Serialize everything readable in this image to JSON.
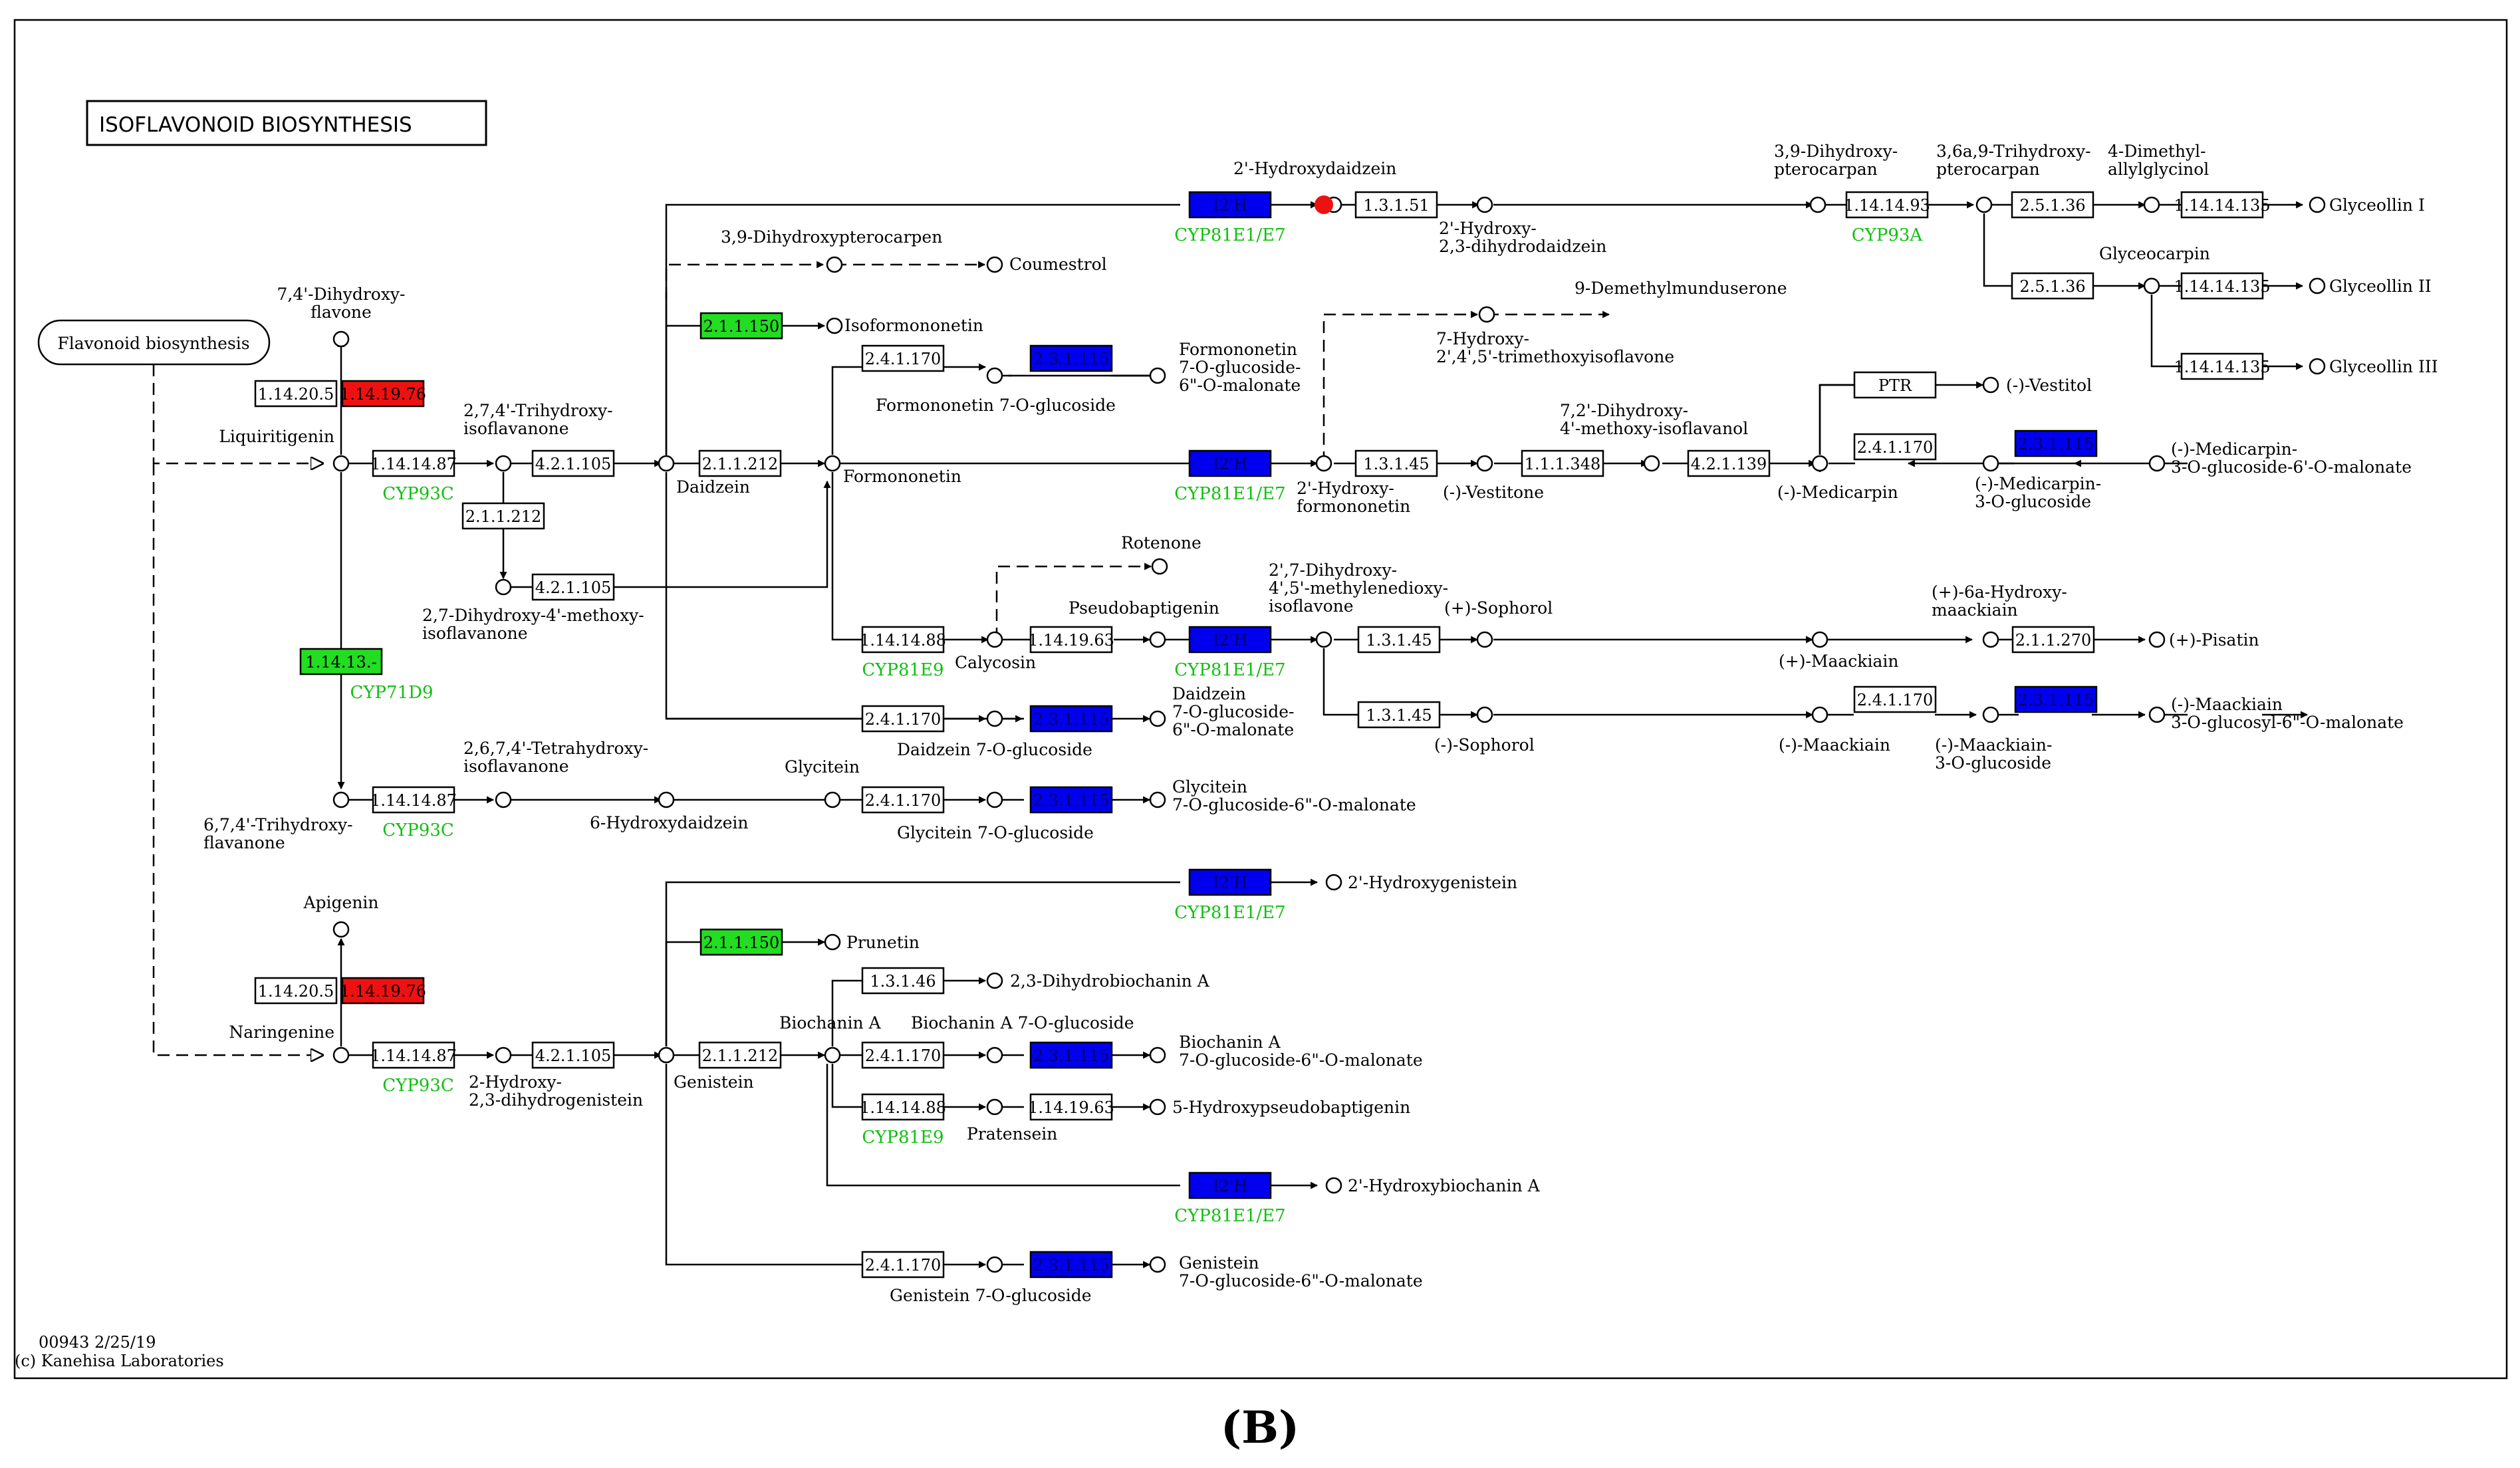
{
  "map": {
    "title": "ISOFLAVONOID BIOSYNTHESIS",
    "link_node": "Flavonoid biosynthesis",
    "footer_code": "00943 2/25/19",
    "footer_credit": "(c) Kanehisa Laboratories",
    "panel_label": "(B)"
  },
  "colors": {
    "red": "#ee1111",
    "green": "#22dd22",
    "blue": "#0000ee",
    "gene_text": "#10c010",
    "white": "#ffffff"
  },
  "compounds": {
    "dihydroxyflavone": [
      "7,4'-Dihydroxy-",
      "flavone"
    ],
    "liquiritigenin": "Liquiritigenin",
    "trihydroxyisoflavanone": [
      "2,7,4'-Trihydroxy-",
      "isoflavanone"
    ],
    "daidzein": "Daidzein",
    "formononetin": "Formononetin",
    "dihydroxymethoxy": [
      "2,7-Dihydroxy-4'-methoxy-",
      "isoflavanone"
    ],
    "tetrahydroxyisoflavanone": [
      "2,6,7,4'-Tetrahydroxy-",
      "isoflavanone"
    ],
    "trihydroxyflavanone": [
      "6,7,4'-Trihydroxy-",
      "flavanone"
    ],
    "hydroxydaidzein6": "6-Hydroxydaidzein",
    "glycitein": "Glycitein",
    "glycitein_glc": "Glycitein 7-O-glucoside",
    "glycitein_mal": [
      "Glycitein",
      "7-O-glucoside-6\"-O-malonate"
    ],
    "daidzein_glc": "Daidzein 7-O-glucoside",
    "daidzein_mal": [
      "Daidzein",
      "7-O-glucoside-",
      "6\"-O-malonate"
    ],
    "dihydroxypterocarpen": "3,9-Dihydroxypterocarpen",
    "coumestrol": "Coumestrol",
    "isoformononetin": "Isoformononetin",
    "formononetin_glc": "Formononetin 7-O-glucoside",
    "formononetin_mal": [
      "Formononetin",
      "7-O-glucoside-",
      "6\"-O-malonate"
    ],
    "hydroxydaidzein2": "2'-Hydroxydaidzein",
    "dihydrodaidzein": [
      "2'-Hydroxy-",
      "2,3-dihydrodaidzein"
    ],
    "dihydroxypterocarpan": [
      "3,9-Dihydroxy-",
      "pterocarpan"
    ],
    "trihydroxypterocarpan": [
      "3,6a,9-Trihydroxy-",
      "pterocarpan"
    ],
    "dimethylallylglycinol": [
      "4-Dimethyl-",
      "allylglycinol"
    ],
    "glyceollin1": "Glyceollin I",
    "glyceocarpin": "Glyceocarpin",
    "glyceollin2": "Glyceollin II",
    "glyceollin3": "Glyceollin III",
    "demethylmunduserone": "9-Demethylmunduserone",
    "trimethoxyisoflavone": [
      "7-Hydroxy-",
      "2',4',5'-trimethoxyisoflavone"
    ],
    "hydroxyformononetin": [
      "2'-Hydroxy-",
      "formononetin"
    ],
    "vestitone": "(-)-Vestitone",
    "dihydroxymethoxyisoflavanol": [
      "7,2'-Dihydroxy-",
      "4'-methoxy-isoflavanol"
    ],
    "medicarpin": "(-)-Medicarpin",
    "vestitol": "(-)-Vestitol",
    "medicarpin_glc": [
      "(-)-Medicarpin-",
      "3-O-glucoside"
    ],
    "medicarpin_mal": [
      "(-)-Medicarpin-",
      "3-O-glucoside-6'-O-malonate"
    ],
    "rotenone": "Rotenone",
    "pseudobaptigenin": "Pseudobaptigenin",
    "calycosin": "Calycosin",
    "methylenedioxyisoflavone": [
      "2',7-Dihydroxy-",
      "4',5'-methylenedioxy-",
      "isoflavone"
    ],
    "p_sophorol": "(+)-Sophorol",
    "p_maackiain": "(+)-Maackiain",
    "hydroxymaackiain": [
      "(+)-6a-Hydroxy-",
      "maackiain"
    ],
    "pisatin": "(+)-Pisatin",
    "m_sophorol": "(-)-Sophorol",
    "m_maackiain": "(-)-Maackiain",
    "maackiain_glc": [
      "(-)-Maackiain-",
      "3-O-glucoside"
    ],
    "maackiain_mal": [
      "(-)-Maackiain",
      "3-O-glucosyl-6\"-O-malonate"
    ],
    "apigenin": "Apigenin",
    "naringenine": "Naringenine",
    "dihydrogenistein": [
      "2-Hydroxy-",
      "2,3-dihydrogenistein"
    ],
    "genistein": "Genistein",
    "prunetin": "Prunetin",
    "hydroxygenistein": "2'-Hydroxygenistein",
    "dihydrobiochanin": "2,3-Dihydrobiochanin A",
    "biochanin": "Biochanin A",
    "biochanin_glc": "Biochanin A 7-O-glucoside",
    "biochanin_mal": [
      "Biochanin A",
      "7-O-glucoside-6\"-O-malonate"
    ],
    "pratensein": "Pratensein",
    "hydroxypseudobaptigenin": "5-Hydroxypseudobaptigenin",
    "hydroxybiochanin": "2'-Hydroxybiochanin A",
    "genistein_glc": "Genistein 7-O-glucoside",
    "genistein_mal": [
      "Genistein",
      "7-O-glucoside-6\"-O-malonate"
    ]
  },
  "enzymes": {
    "e_1_14_20_5_a": "1.14.20.5",
    "e_1_14_19_76_a": "1.14.19.76",
    "e_1_14_14_87_a": "1.14.14.87",
    "e_4_2_1_105_a": "4.2.1.105",
    "e_2_1_1_212_a": "2.1.1.212",
    "e_4_2_1_105_b": "4.2.1.105",
    "e_1_14_13_a": "1.14.13.-",
    "e_1_14_14_87_b": "1.14.14.87",
    "e_2_1_1_212_b": "2.1.1.212",
    "e_2_1_1_150_a": "2.1.1.150",
    "e_2_4_1_170_a": "2.4.1.170",
    "e_2_3_1_115_a": "2.3.1.115",
    "e_2_4_1_170_b": "2.4.1.170",
    "e_2_3_1_115_b": "2.3.1.115",
    "e_2_4_1_170_c": "2.4.1.170",
    "e_2_3_1_115_c": "2.3.1.115",
    "e_i2h_a": "I2'H",
    "e_1_3_1_51": "1.3.1.51",
    "e_1_14_14_93": "1.14.14.93",
    "e_2_5_1_36_a": "2.5.1.36",
    "e_1_14_14_135_a": "1.14.14.135",
    "e_2_5_1_36_b": "2.5.1.36",
    "e_1_14_14_135_b": "1.14.14.135",
    "e_1_14_14_135_c": "1.14.14.135",
    "e_i2h_b": "I2'H",
    "e_1_3_1_45_a": "1.3.1.45",
    "e_1_1_1_348": "1.1.1.348",
    "e_4_2_1_139": "4.2.1.139",
    "e_ptr": "PTR",
    "e_2_4_1_170_d": "2.4.1.170",
    "e_2_3_1_115_d": "2.3.1.115",
    "e_1_14_14_88_a": "1.14.14.88",
    "e_1_14_19_63_a": "1.14.19.63",
    "e_i2h_c": "I2'H",
    "e_1_3_1_45_b": "1.3.1.45",
    "e_2_1_1_270": "2.1.1.270",
    "e_1_3_1_45_c": "1.3.1.45",
    "e_2_4_1_170_e": "2.4.1.170",
    "e_2_3_1_115_e": "2.3.1.115",
    "e_1_14_20_5_b": "1.14.20.5",
    "e_1_14_19_76_b": "1.14.19.76",
    "e_1_14_14_87_c": "1.14.14.87",
    "e_4_2_1_105_c": "4.2.1.105",
    "e_2_1_1_212_c": "2.1.1.212",
    "e_2_1_1_150_b": "2.1.1.150",
    "e_i2h_d": "I2'H",
    "e_1_3_1_46": "1.3.1.46",
    "e_2_4_1_170_f": "2.4.1.170",
    "e_2_3_1_115_f": "2.3.1.115",
    "e_1_14_14_88_b": "1.14.14.88",
    "e_1_14_19_63_b": "1.14.19.63",
    "e_i2h_e": "I2'H",
    "e_2_4_1_170_g": "2.4.1.170",
    "e_2_3_1_115_g": "2.3.1.115"
  },
  "genes": {
    "cyp93c": "CYP93C",
    "cyp71d9": "CYP71D9",
    "cyp81e1e7": "CYP81E1/E7",
    "cyp93a": "CYP93A",
    "cyp81e9": "CYP81E9"
  }
}
